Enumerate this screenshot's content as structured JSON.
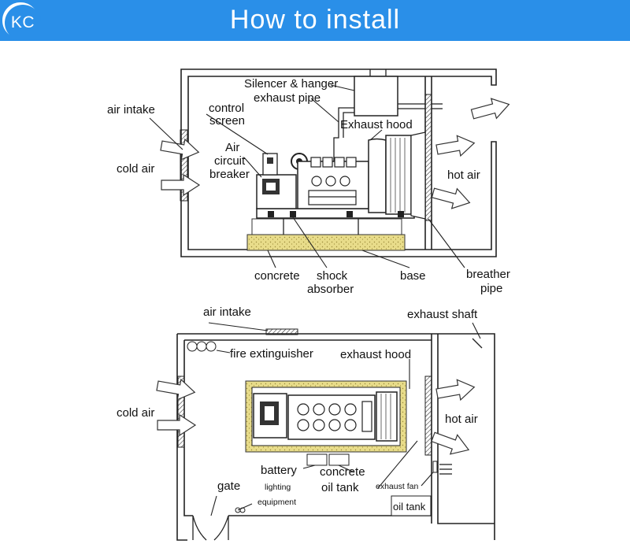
{
  "header": {
    "logo": "KC",
    "title": "How to install"
  },
  "colors": {
    "header_bg": "#2a8fe8",
    "concrete": "#e8dc8a"
  },
  "top_diagram": {
    "labels": {
      "silencer": "Silencer & hanger",
      "exhaust_pipe": "exhaust pipe",
      "exhaust_hood": "Exhaust hood",
      "air_intake": "air intake",
      "control_screen_1": "control",
      "control_screen_2": "screen",
      "air_breaker_1": "Air",
      "air_breaker_2": "circuit",
      "air_breaker_3": "breaker",
      "cold_air": "cold air",
      "hot_air": "hot air",
      "concrete": "concrete",
      "shock_1": "shock",
      "shock_2": "absorber",
      "base": "base",
      "breather_1": "breather",
      "breather_2": "pipe"
    }
  },
  "bottom_diagram": {
    "labels": {
      "air_intake": "air intake",
      "exhaust_shaft": "exhaust shaft",
      "fire_extinguisher": "fire extinguisher",
      "exhaust_hood": "exhaust hood",
      "cold_air": "cold air",
      "hot_air": "hot air",
      "battery": "battery",
      "concrete": "concrete",
      "gate": "gate",
      "lighting_1": "lighting",
      "lighting_2": "equipment",
      "oil_tank": "oil tank",
      "exhaust_fan": "exhaust fan",
      "oil_tank_box": "oil tank"
    }
  }
}
